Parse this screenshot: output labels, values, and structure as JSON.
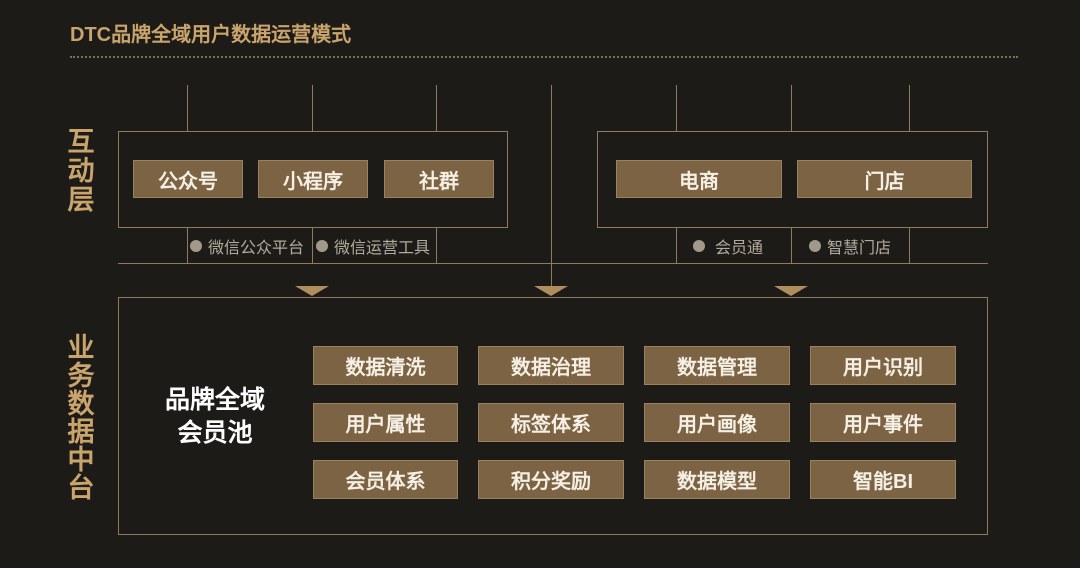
{
  "title": "DTC品牌全域用户数据运营模式",
  "interaction_layer": {
    "label": "互动层",
    "groups": [
      {
        "items": [
          "公众号",
          "小程序",
          "社群"
        ],
        "notes": [
          "微信公众平台",
          "微信运营工具"
        ]
      },
      {
        "items": [
          "电商",
          "门店"
        ],
        "notes": [
          "会员通",
          "智慧门店"
        ]
      }
    ]
  },
  "data_platform": {
    "label": "业务数据中台",
    "core": [
      "品牌全域",
      "会员池"
    ],
    "modules": [
      "数据清洗",
      "数据治理",
      "数据管理",
      "用户识别",
      "用户属性",
      "标签体系",
      "用户画像",
      "用户事件",
      "会员体系",
      "积分奖励",
      "数据模型",
      "智能BI"
    ]
  },
  "icons": {
    "note_bullet": "dot-icon",
    "flow_arrow": "triangle-down-icon"
  },
  "colors": {
    "bg": "#1d1b18",
    "gold": "#c9a46c",
    "line": "#8f7a5c",
    "btn-fill": "#7b6344",
    "btn-border": "#9c8160",
    "btn-text": "#f5efe4",
    "note-text": "#b3aa9c",
    "dot": "#a3998a",
    "arrow": "#b08d5c",
    "core-text": "#ffffff"
  }
}
